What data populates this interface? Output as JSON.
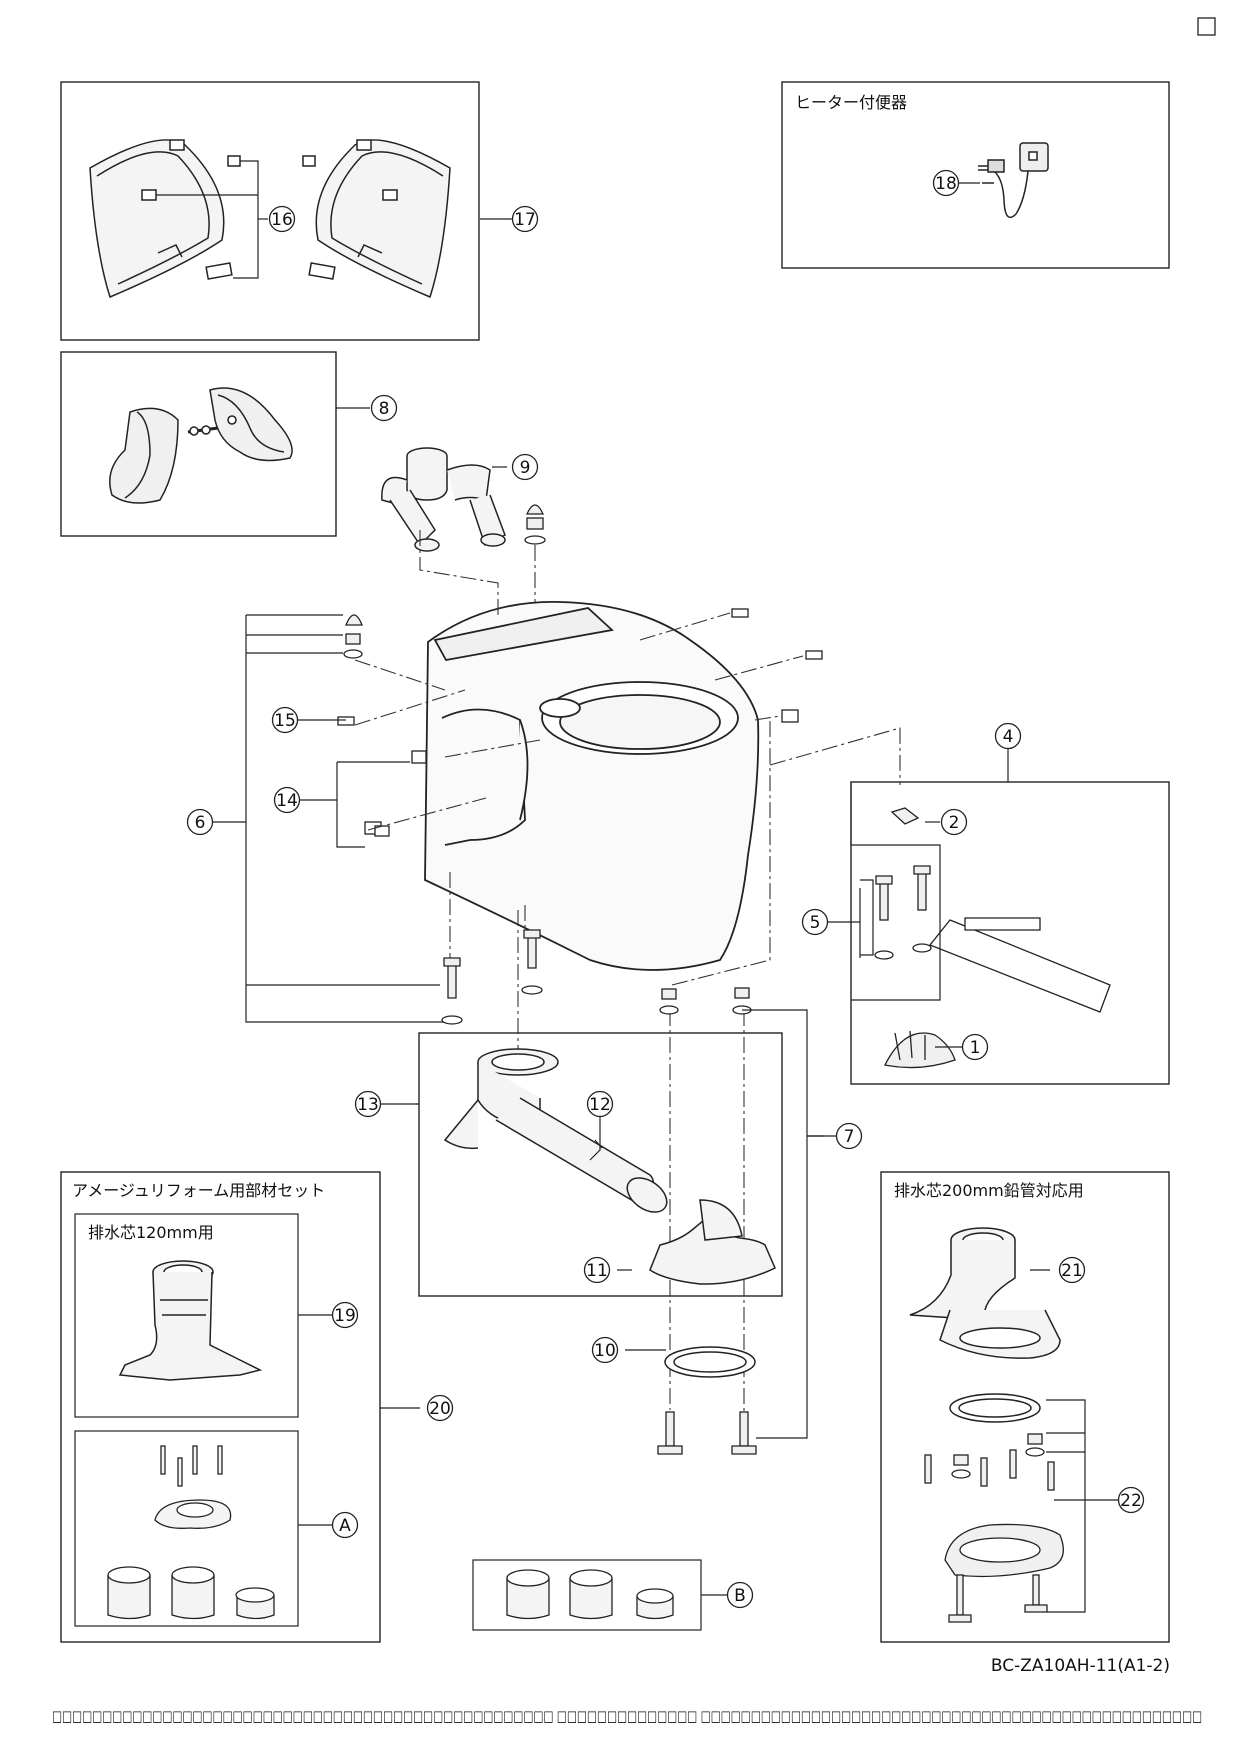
{
  "corner_checkbox": "",
  "box_titles": {
    "heater_seat": "ヒーター付便器",
    "amejure_set": "アメージュリフォーム用部材セット",
    "drain_120": "排水芯120mm用",
    "drain_200": "排水芯200mm鉛管対応用"
  },
  "callouts": {
    "c1": "1",
    "c2": "2",
    "c4": "4",
    "c5": "5",
    "c6": "6",
    "c7": "7",
    "c8": "8",
    "c9": "9",
    "c10": "10",
    "c11": "11",
    "c12": "12",
    "c13": "13",
    "c14": "14",
    "c15": "15",
    "c16": "16",
    "c17": "17",
    "c18": "18",
    "c19": "19",
    "c20": "20",
    "c21": "21",
    "c22": "22",
    "cA": "A",
    "cB": "B"
  },
  "doc_code": "BC-ZA10AH-11(A1-2)",
  "footer_strip": "□□□□□□□□□□□□□□□□□□□□□□□□□□□□□□□□□□□□□□□□□□□□□□□□□□ □□□□□□□□□□□□□□ □□□□□□□□□□□□□□□□□□□□□□□□□□□□□□□□□□□□□□□□□□□□□□□□□□"
}
